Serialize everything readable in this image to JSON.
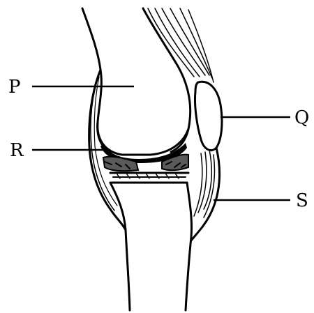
{
  "labels": {
    "p": "P",
    "q": "Q",
    "r": "R",
    "s": "S"
  },
  "colors": {
    "ink": "#000000",
    "background": "#ffffff",
    "shade": "#5a5a5a"
  }
}
